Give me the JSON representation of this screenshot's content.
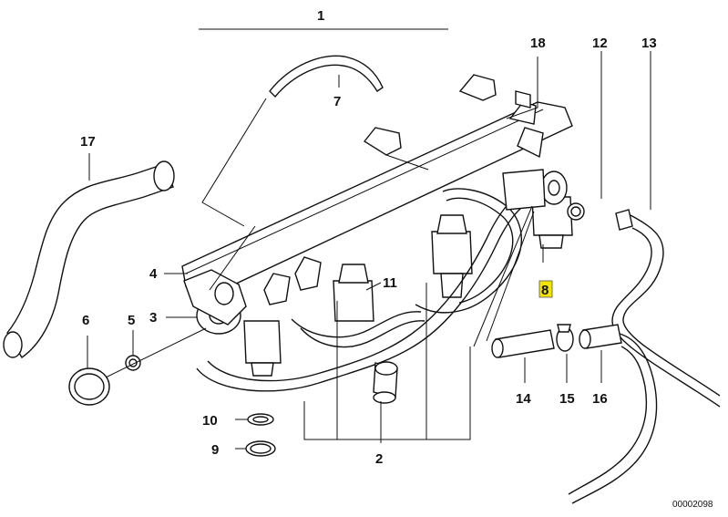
{
  "diagram": {
    "drawing_code": "00002098",
    "highlight_color": "#f2e600",
    "callouts": [
      {
        "id": "c1",
        "text": "1"
      },
      {
        "id": "c2",
        "text": "2"
      },
      {
        "id": "c3",
        "text": "3"
      },
      {
        "id": "c4",
        "text": "4"
      },
      {
        "id": "c5",
        "text": "5"
      },
      {
        "id": "c6",
        "text": "6"
      },
      {
        "id": "c7",
        "text": "7"
      },
      {
        "id": "c8",
        "text": "8",
        "highlighted": true
      },
      {
        "id": "c9",
        "text": "9"
      },
      {
        "id": "c10",
        "text": "10"
      },
      {
        "id": "c11",
        "text": "11"
      },
      {
        "id": "c12",
        "text": "12"
      },
      {
        "id": "c13",
        "text": "13"
      },
      {
        "id": "c14",
        "text": "14"
      },
      {
        "id": "c15",
        "text": "15"
      },
      {
        "id": "c16",
        "text": "16"
      },
      {
        "id": "c17",
        "text": "17"
      },
      {
        "id": "c18",
        "text": "18"
      }
    ]
  }
}
